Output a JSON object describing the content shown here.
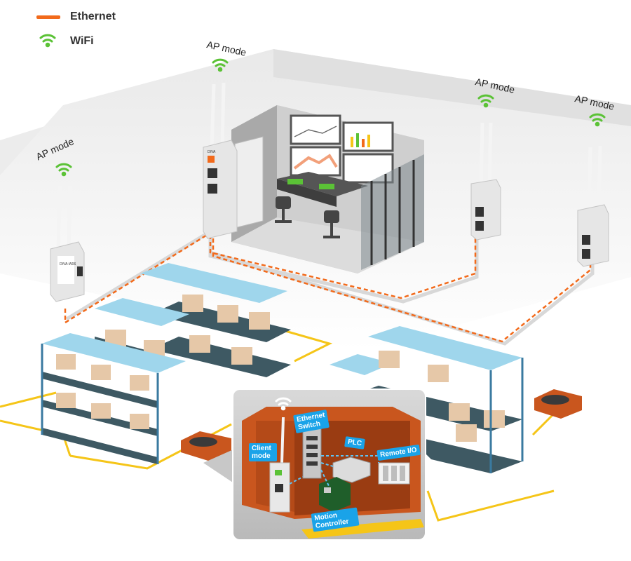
{
  "legend": {
    "ethernet_label": "Ethernet",
    "wifi_label": "WiFi",
    "ethernet_color": "#f26a1b",
    "wifi_color": "#5bc236"
  },
  "access_points": [
    {
      "label": "AP mode"
    },
    {
      "label": "AP mode"
    },
    {
      "label": "AP mode"
    },
    {
      "label": "AP mode"
    }
  ],
  "device": {
    "brand": "DIVA",
    "model": "DIVA-W06"
  },
  "inset": {
    "client_mode_label": "Client mode",
    "ethernet_switch_label": "Ethernet Switch",
    "plc_label": "PLC",
    "remote_io_label": "Remote I/O",
    "motion_controller_label": "Motion Controller",
    "tag_color": "#1aa3e8"
  },
  "colors": {
    "agv_path": "#f5c518",
    "shelf_top": "#9fd6ec",
    "shelf_frame": "#3a7aa0",
    "box": "#e6c8a8",
    "cell_wall": "#c9561e"
  }
}
